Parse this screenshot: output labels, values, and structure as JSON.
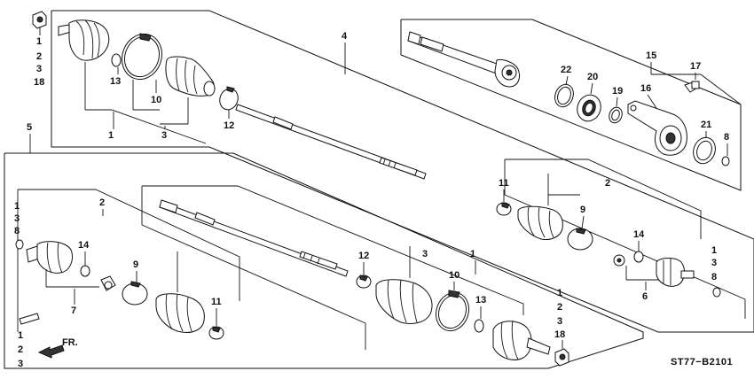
{
  "diagram": {
    "callouts": {
      "p1_top": "1",
      "p2_top": "2",
      "p3_top": "3",
      "p18_top": "18",
      "p13_a": "13",
      "p10_a": "10",
      "p1_a": "1",
      "p3_a": "3",
      "p12_a": "12",
      "p4": "4",
      "p5": "5",
      "p22": "22",
      "p20": "20",
      "p19": "19",
      "p15": "15",
      "p16": "16",
      "p17": "17",
      "p21": "21",
      "p8_r": "8",
      "p11_r": "11",
      "p9_r": "9",
      "p2_r": "2",
      "p14_r": "14",
      "p1_r": "1",
      "p3_r": "3",
      "p8_r2": "8",
      "p6": "6",
      "p1_l": "1",
      "p3_l": "3",
      "p8_l": "8",
      "p2_l": "2",
      "p14_l": "14",
      "p9_l": "9",
      "p11_l": "11",
      "p7": "7",
      "p1_bl": "1",
      "p2_bl": "2",
      "p3_bl": "3",
      "p12_m": "12",
      "p3_m": "3",
      "p1_m": "1",
      "p10_m": "10",
      "p13_m": "13",
      "p1_br": "1",
      "p2_br": "2",
      "p3_br": "3",
      "p18_br": "18"
    },
    "fr_label": "FR.",
    "code": "ST77−B2101"
  }
}
